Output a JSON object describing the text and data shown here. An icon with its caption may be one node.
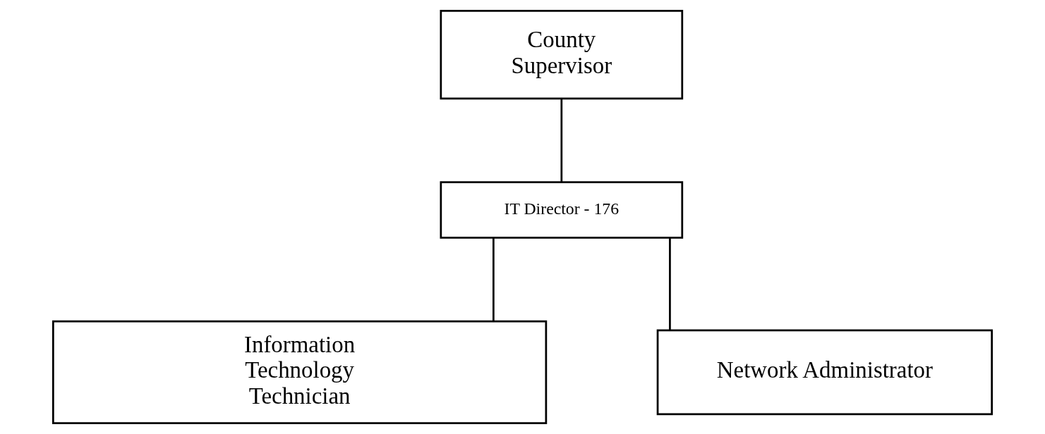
{
  "diagram": {
    "nodes": [
      {
        "text": [
          "County Supervisor"
        ]
      },
      {
        "text": [
          "IT Director - 176"
        ]
      },
      {
        "text": [
          "Information Technology Technician"
        ]
      },
      {
        "text": [
          "Network Administrator"
        ]
      }
    ],
    "edges": [
      {
        "from": 0,
        "to": 1,
        "arrow": "none"
      },
      {
        "from": 1,
        "to": 2,
        "arrow": "none"
      },
      {
        "from": 1,
        "to": 3,
        "arrow": "none"
      }
    ]
  }
}
